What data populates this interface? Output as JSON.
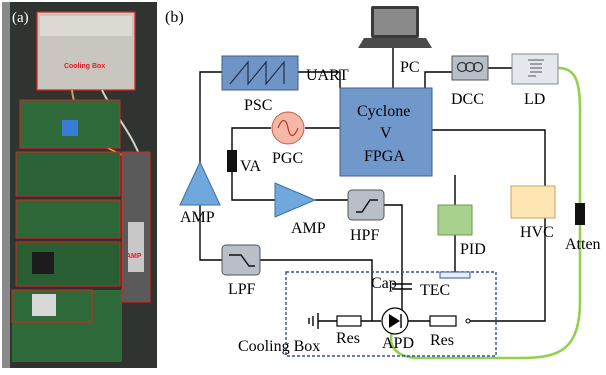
{
  "panel_a": {
    "label": "(a)",
    "cooling_box_label": "Cooling Box",
    "board_labels": [
      "AMP"
    ]
  },
  "panel_b": {
    "label": "(b)",
    "blocks": {
      "pc": "PC",
      "uart": "UART",
      "psc": "PSC",
      "fpga_line1": "Cyclone",
      "fpga_line2": "V",
      "fpga_line3": "FPGA",
      "dcc": "DCC",
      "ld": "LD",
      "pgc": "PGC",
      "va": "VA",
      "amp1": "AMP",
      "amp2": "AMP",
      "hpf": "HPF",
      "pid": "PID",
      "hvc": "HVC",
      "atten": "Atten",
      "lpf": "LPF",
      "cap": "Cap",
      "tec": "TEC",
      "res1": "Res",
      "apd": "APD",
      "res2": "Res",
      "cooling_box": "Cooling Box"
    },
    "colors": {
      "block_blue": "#6f95c7",
      "fpga_blue": "#7198cb",
      "pid_green": "#a9d18e",
      "hvc_yellow": "#fde6b2",
      "gray_block": "#b8bfc8",
      "fiber_green": "#92d050",
      "box_dash": "#2f5597"
    }
  }
}
